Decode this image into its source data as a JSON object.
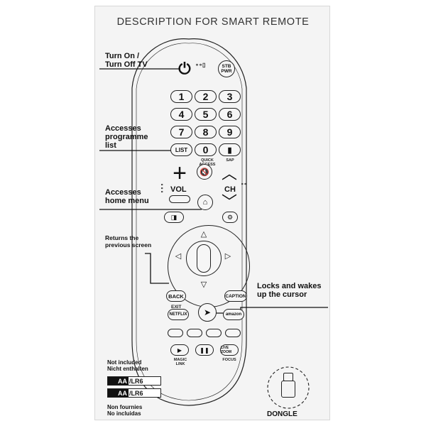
{
  "title": "DESCRIPTION FOR SMART REMOTE",
  "labels": {
    "power": "Turn On /\nTurn Off TV",
    "list": "Accesses\nprogramme\nlist",
    "home": "Accesses\nhome menu",
    "back": "Returns the\nprevious screen",
    "cursor": "Locks and wakes\nup the cursor"
  },
  "remote": {
    "stb_pwr": "STB\nPWR",
    "numbers": [
      "1",
      "2",
      "3",
      "4",
      "5",
      "6",
      "7",
      "8",
      "9"
    ],
    "list_btn": "LIST",
    "zero": "0",
    "quick_access": "QUICK ACCESS",
    "sap": "SAP",
    "vol": "VOL",
    "ch": "CH",
    "back": "BACK",
    "caption": "CAPTION",
    "exit": "EXIT",
    "netflix": "NETFLIX",
    "amazon": "amazon",
    "magic_link": "MAGIC LINK",
    "focus": "FOCUS",
    "live_zoom": "LIVE ZOOM"
  },
  "batteries": {
    "not_included": "Not included\nNicht enthalten",
    "battery_1_a": "AA",
    "battery_1_b": "/LR6",
    "battery_2_a": "AA",
    "battery_2_b": "/LR6",
    "non_fournies": "Non fournies\nNo incluidas"
  },
  "dongle": "DONGLE"
}
